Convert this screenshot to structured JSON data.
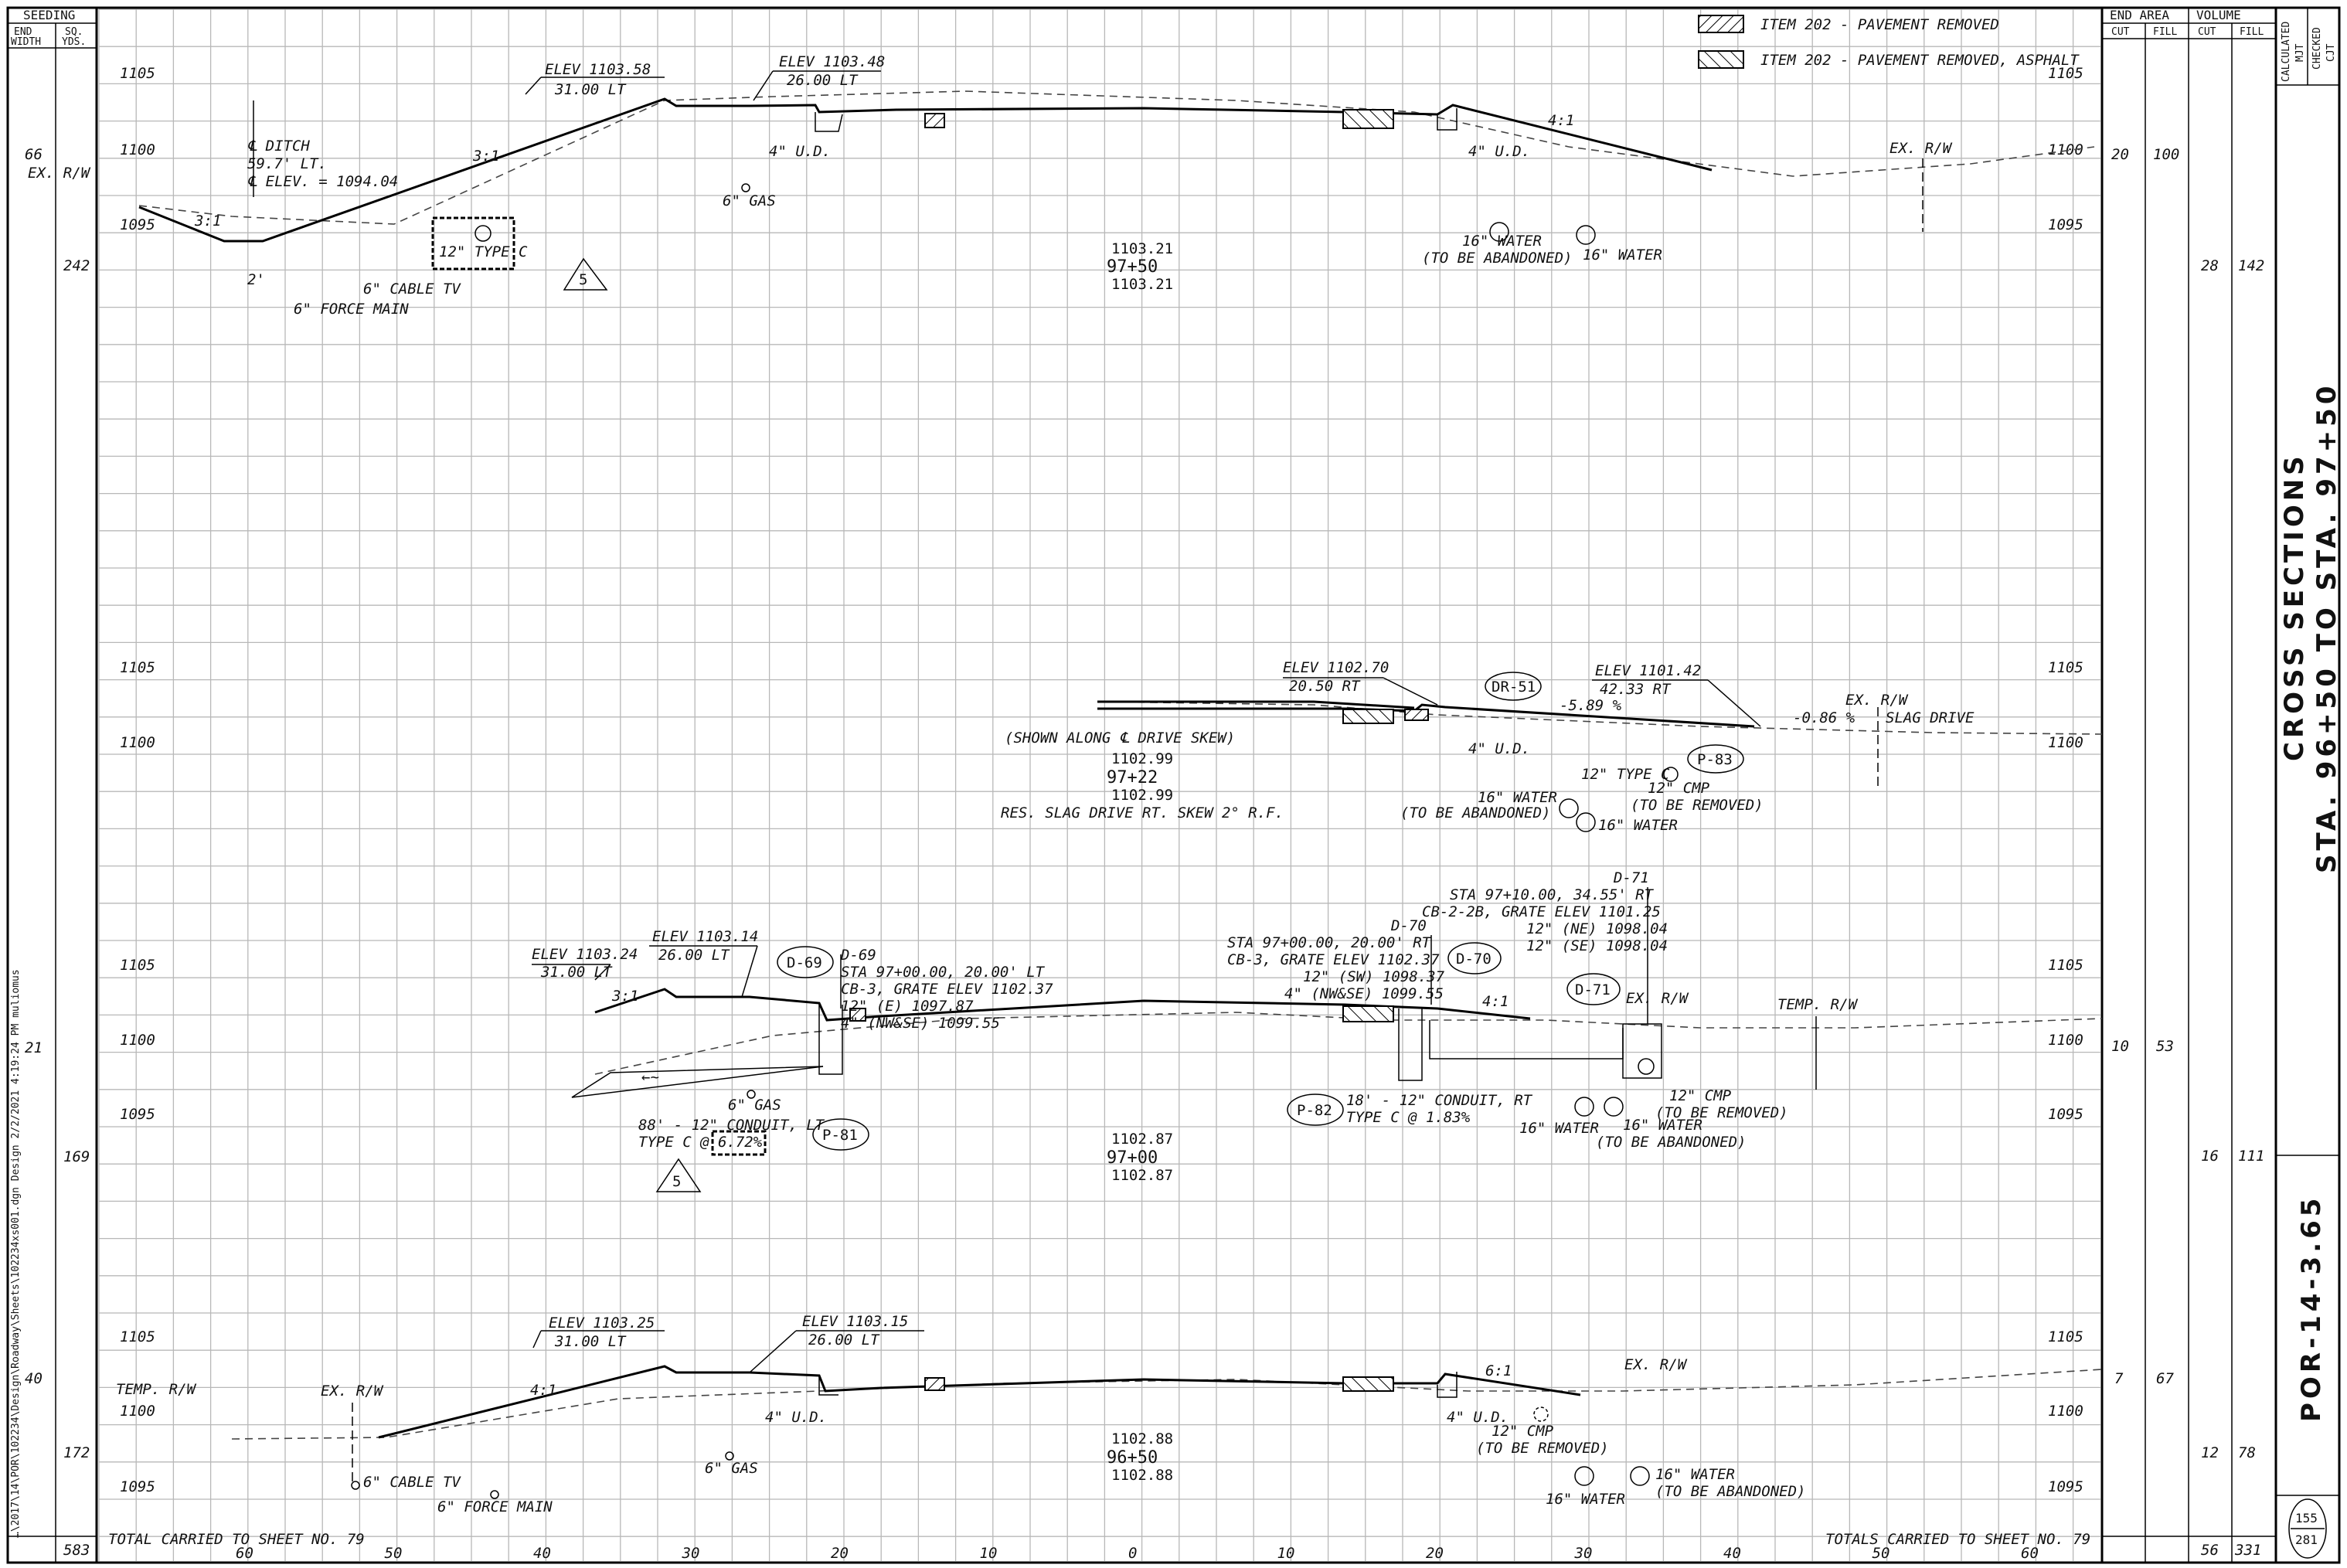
{
  "left_panel": {
    "header": "SEEDING",
    "col1": "END\nWIDTH",
    "col2": "SQ.\nYDS.",
    "values": {
      "w1": "66",
      "w2": "21",
      "w3": "40",
      "y1": "242",
      "y2": "169",
      "y3": "172",
      "total": "583",
      "exrw": "EX. R/W"
    }
  },
  "legend": {
    "item1": "ITEM 202 - PAVEMENT REMOVED",
    "item2": "ITEM 202 - PAVEMENT REMOVED, ASPHALT"
  },
  "right_table": {
    "end_area": "END AREA",
    "volume": "VOLUME",
    "cut": "CUT",
    "fill": "FILL",
    "rows": [
      {
        "ea_cut": "20",
        "ea_fill": "100",
        "v_cut": "28",
        "v_fill": "142"
      },
      {
        "ea_cut": "10",
        "ea_fill": "53",
        "v_cut": "16",
        "v_fill": "111"
      },
      {
        "ea_cut": "7",
        "ea_fill": "67",
        "v_cut": "12",
        "v_fill": "78"
      }
    ],
    "totals": {
      "v_cut": "56",
      "v_fill": "331"
    }
  },
  "title_block": {
    "calculated": "CALCULATED",
    "calc_by": "MJT",
    "checked": "CHECKED",
    "check_by": "CJT",
    "title1": "CROSS SECTIONS",
    "title2": "STA. 96+50 TO STA. 97+50",
    "project": "POR-14-3.65",
    "sheet": "155",
    "of": "281"
  },
  "elev_labels": {
    "e1105": "1105",
    "e1100": "1100",
    "e1095": "1095"
  },
  "x_ticks": [
    "60",
    "50",
    "40",
    "30",
    "20",
    "10",
    "0",
    "10",
    "20",
    "30",
    "40",
    "50",
    "60"
  ],
  "bottom": {
    "left": "TOTAL CARRIED TO SHEET NO. 79",
    "right": "TOTALS CARRIED TO SHEET NO. 79"
  },
  "margin_text": "…\\2017\\14\\POR\\102234\\Design\\Roadway\\Sheets\\102234xs001.dgn  Design  2/2/2021  4:19:24 PM   muliomus",
  "s1": {
    "sta": "97+50",
    "el_top": "1103.21",
    "el_bot": "1103.21",
    "elev_l1": "ELEV 1103.58",
    "off_l1": "31.00 LT",
    "elev_l2": "ELEV 1103.48",
    "off_l2": "26.00 LT",
    "ditch1": "℄ DITCH",
    "ditch2": "59.7' LT.",
    "ditch3": "℄ ELEV. = 1094.04",
    "slope_l": "3:1",
    "slope_r": "4:1",
    "slope_ditch": "3:1",
    "ditch_w": "2'",
    "ud_l": "4\" U.D.",
    "ud_r": "4\" U.D.",
    "gas": "6\" GAS",
    "type_c": "12\" TYPE C",
    "cable": "6\" CABLE TV",
    "force": "6\" FORCE MAIN",
    "water1": "16\" WATER",
    "water1b": "(TO BE ABANDONED)",
    "water2": "16\" WATER",
    "exrw": "EX. R/W",
    "tri": "5"
  },
  "s2": {
    "sta": "97+22",
    "el_top": "1102.99",
    "el_bot": "1102.99",
    "note": "(SHOWN ALONG ℄ DRIVE SKEW)",
    "res": "RES. SLAG DRIVE RT. SKEW 2° R.F.",
    "elev_l": "ELEV 1102.70",
    "off_l": "20.50 RT",
    "elev_r": "ELEV 1101.42",
    "off_r": "42.33 RT",
    "dr": "DR-51",
    "grade1": "-5.89 %",
    "grade2": "-0.86 %",
    "exrw": "EX. R/W",
    "slag": "SLAG DRIVE",
    "ud": "4\" U.D.",
    "typec": "12\" TYPE C",
    "p83": "P-83",
    "cmp1": "12\" CMP",
    "cmp2": "(TO BE REMOVED)",
    "water1": "16\" WATER",
    "water1b": "(TO BE ABANDONED)",
    "water2": "16\" WATER"
  },
  "s3": {
    "sta": "97+00",
    "el_top": "1102.87",
    "el_bot": "1102.87",
    "elev_l1": "ELEV 1103.24",
    "off_l1": "31.00 LT",
    "elev_l2": "ELEV 1103.14",
    "off_l2": "26.00 LT",
    "d69": "D-69",
    "d70": "D-70",
    "d71": "D-71",
    "p81": "P-81",
    "p82": "P-82",
    "d69_t1": "D-69",
    "d69_t2": "STA 97+00.00, 20.00' LT",
    "d69_t3": "CB-3, GRATE ELEV 1102.37",
    "d69_t4": "12\" (E) 1097.87",
    "d69_t5": "4\" (NW&SE) 1099.55",
    "d70_t1": "D-70",
    "d70_t2": "STA 97+00.00, 20.00' RT",
    "d70_t3": "CB-3, GRATE ELEV 1102.37",
    "d70_t4": "12\" (SW) 1098.37",
    "d70_t5": "4\" (NW&SE) 1099.55",
    "d71_t1": "D-71",
    "d71_t2": "STA 97+10.00, 34.55' RT",
    "d71_t3": "CB-2-2B, GRATE ELEV 1101.25",
    "d71_t4": "12\" (NE) 1098.04",
    "d71_t5": "12\" (SE) 1098.04",
    "slope_l": "3:1",
    "slope_r": "4:1",
    "exrw": "EX. R/W",
    "temprw": "TEMP. R/W",
    "gas": "6\" GAS",
    "cond_l1": "88' - 12\" CONDUIT, LT",
    "cond_l2": "TYPE C @ 6.72%",
    "cond_r1": "18' - 12\" CONDUIT, RT",
    "cond_r2": "TYPE C @ 1.83%",
    "water1": "16\" WATER",
    "water2": "16\" WATER",
    "water2b": "(TO BE ABANDONED)",
    "cmp1": "12\" CMP",
    "cmp2": "(TO BE REMOVED)",
    "tri": "5"
  },
  "s4": {
    "sta": "96+50",
    "el_top": "1102.88",
    "el_bot": "1102.88",
    "elev_l1": "ELEV 1103.25",
    "off_l1": "31.00 LT",
    "elev_l2": "ELEV 1103.15",
    "off_l2": "26.00 LT",
    "slope_l": "4:1",
    "slope_r": "6:1",
    "temprw": "TEMP. R/W",
    "exrw_l": "EX. R/W",
    "exrw_r": "EX. R/W",
    "ud_l": "4\" U.D.",
    "ud_r": "4\" U.D.",
    "gas": "6\" GAS",
    "cable": "6\" CABLE TV",
    "force": "6\" FORCE MAIN",
    "cmp1": "12\" CMP",
    "cmp2": "(TO BE REMOVED)",
    "water1": "16\" WATER",
    "water2": "16\" WATER",
    "water2b": "(TO BE ABANDONED)"
  }
}
